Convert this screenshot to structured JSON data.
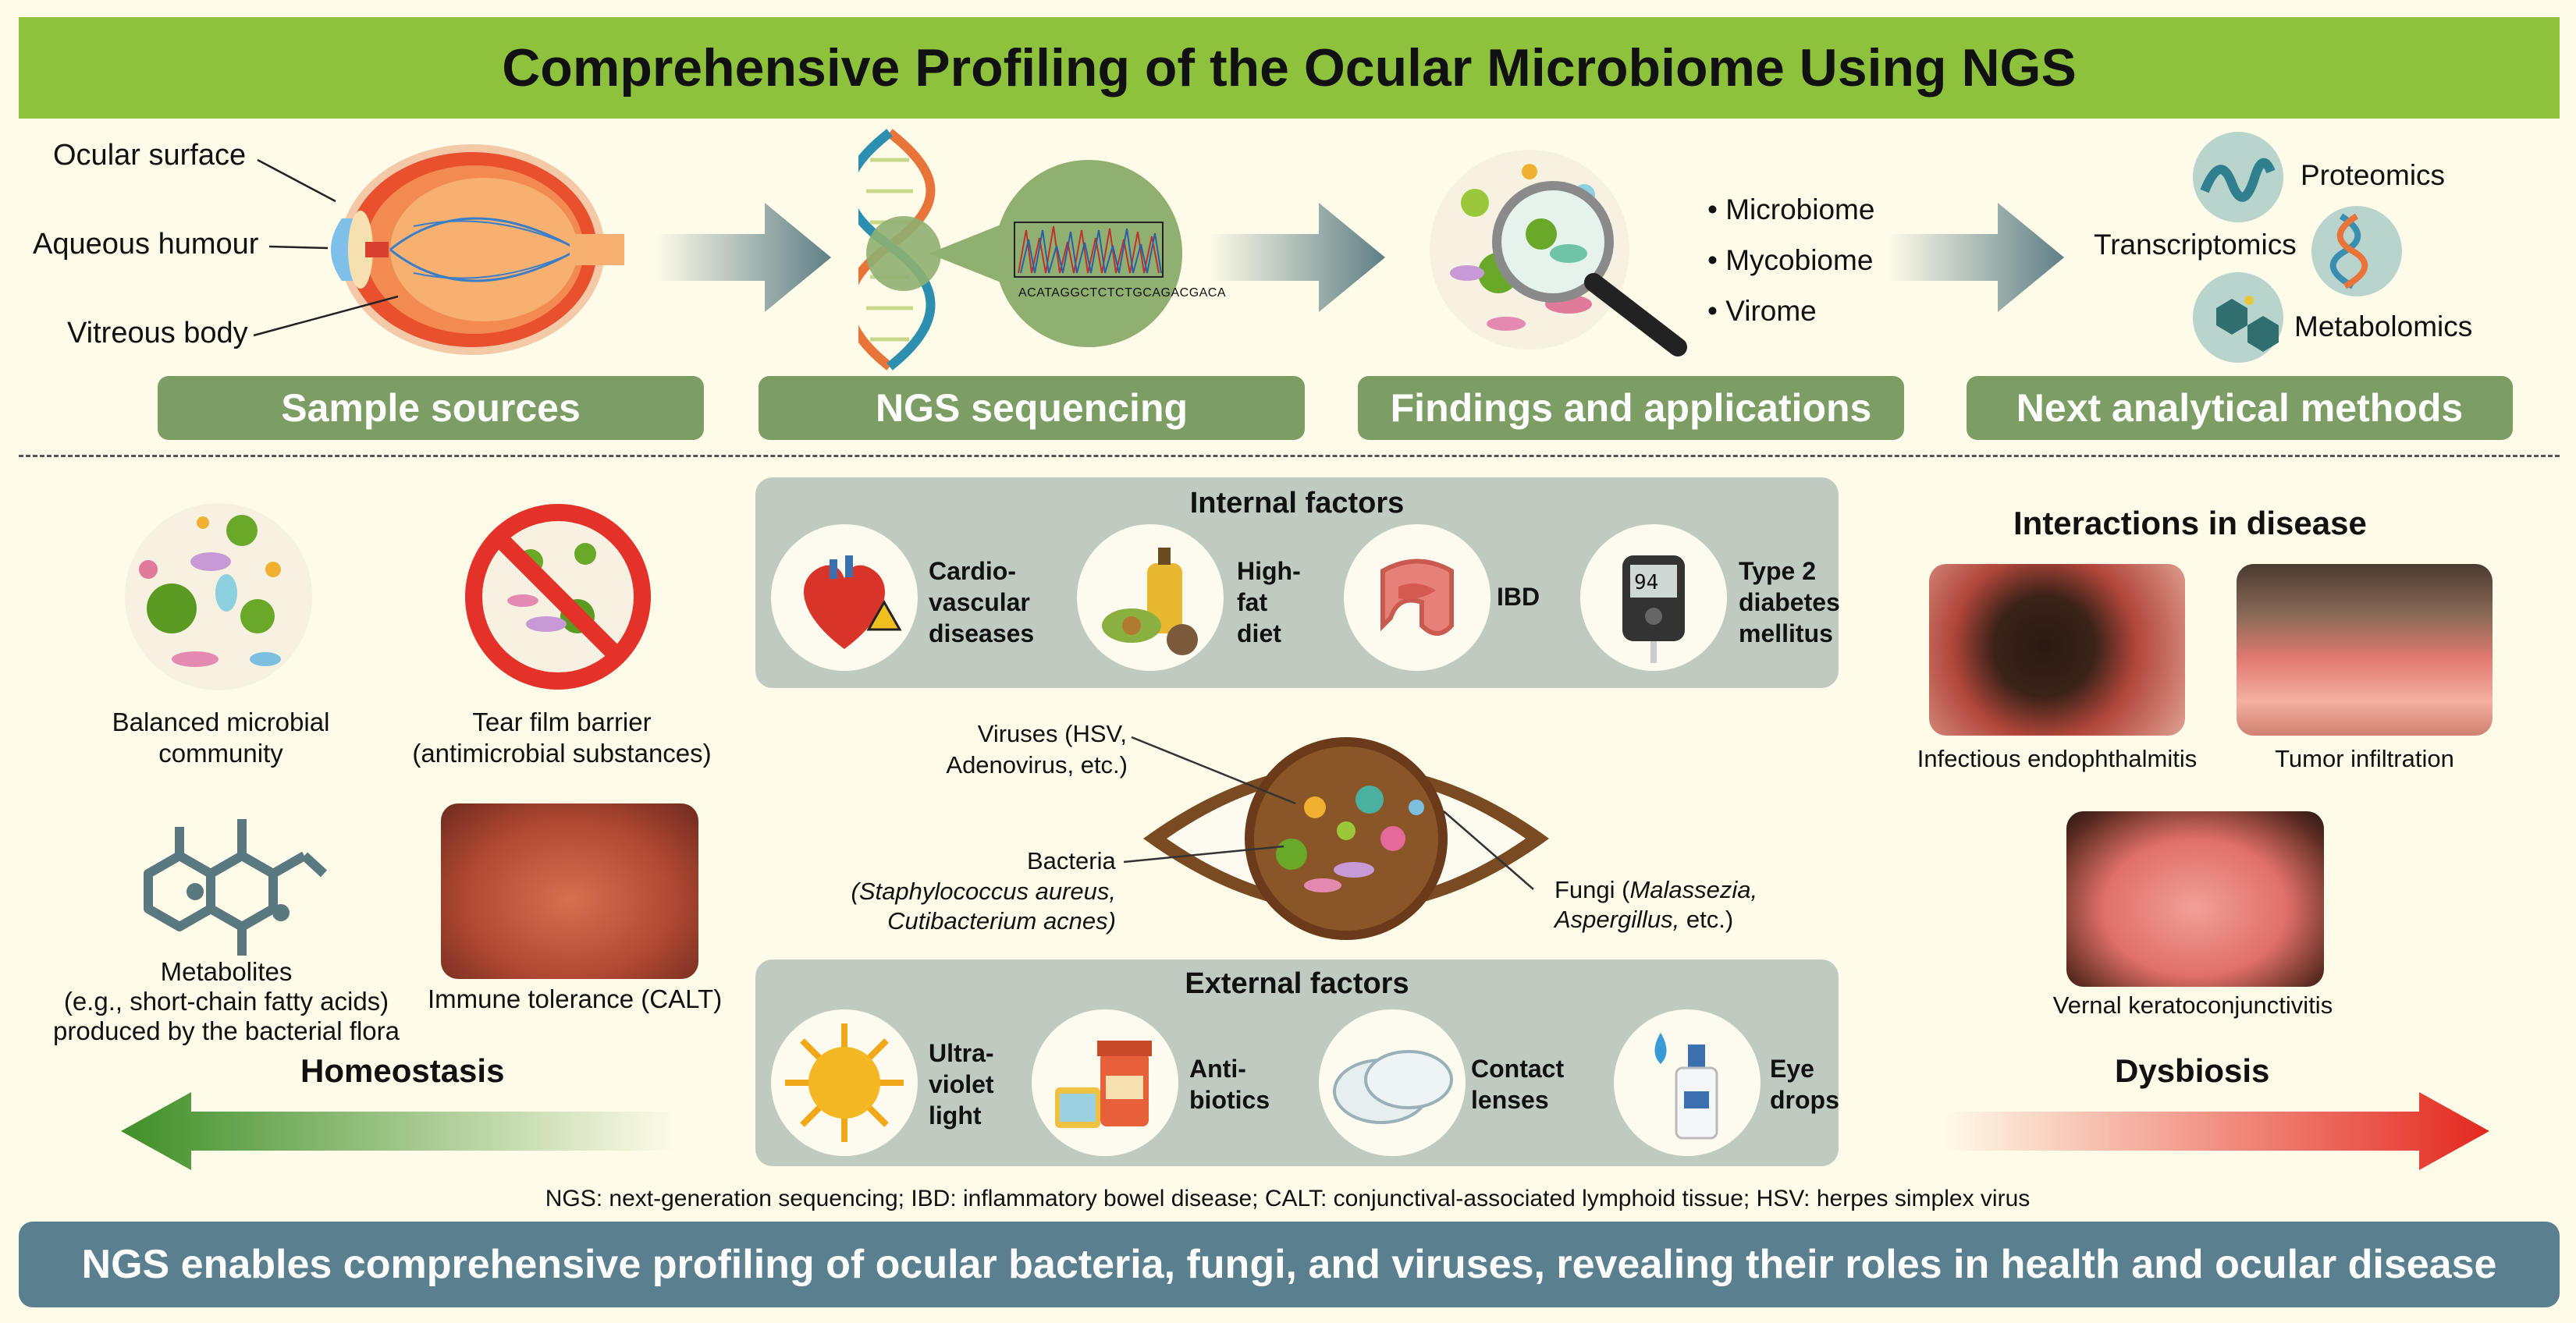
{
  "title": "Comprehensive Profiling of the Ocular Microbiome Using NGS",
  "top": {
    "eye_labels": {
      "ocular_surface": "Ocular surface",
      "aqueous_humour": "Aqueous humour",
      "vitreous_body": "Vitreous body"
    },
    "sequence_text": "ACATAGGCTCTCTGCAGACGACA",
    "findings": [
      "• Microbiome",
      "• Mycobiome",
      "• Virome"
    ],
    "omics": {
      "proteomics": "Proteomics",
      "transcriptomics": "Transcriptomics",
      "metabolomics": "Metabolomics"
    },
    "steps": [
      "Sample sources",
      "NGS sequencing",
      "Findings and applications",
      "Next analytical methods"
    ]
  },
  "homeostasis": {
    "balanced": [
      "Balanced microbial",
      "community"
    ],
    "tear_film": [
      "Tear film barrier",
      "(antimicrobial substances)"
    ],
    "metabolites": [
      "Metabolites",
      "(e.g., short-chain fatty acids)",
      "produced by the bacterial flora"
    ],
    "immune": "Immune tolerance (CALT)",
    "arrow_label": "Homeostasis"
  },
  "internal": {
    "title": "Internal factors",
    "items": [
      [
        "Cardio-",
        "vascular",
        "diseases"
      ],
      [
        "High-",
        "fat",
        "diet"
      ],
      [
        "IBD"
      ],
      [
        "Type 2",
        "diabetes",
        "mellitus"
      ]
    ],
    "glucose_reading": "94"
  },
  "eye_center": {
    "viruses": [
      "Viruses (HSV,",
      "Adenovirus, etc.)"
    ],
    "bacteria_label": "Bacteria",
    "bacteria_species": [
      "(Staphylococcus aureus,",
      "Cutibacterium acnes)"
    ],
    "fungi": [
      "Fungi (",
      "Malassezia,",
      "Aspergillus,",
      " etc.)"
    ]
  },
  "external": {
    "title": "External factors",
    "items": [
      [
        "Ultra-",
        "violet",
        "light"
      ],
      [
        "Anti-",
        "biotics"
      ],
      [
        "Contact",
        "lenses"
      ],
      [
        "Eye",
        "drops"
      ]
    ]
  },
  "disease": {
    "title": "Interactions in disease",
    "photos": [
      "Infectious endophthalmitis",
      "Tumor infiltration",
      "Vernal keratoconjunctivitis"
    ],
    "arrow_label": "Dysbiosis"
  },
  "footnote": "NGS: next-generation sequencing; IBD: inflammatory bowel disease; CALT: conjunctival-associated lymphoid tissue; HSV: herpes simplex virus",
  "conclusion": "NGS enables comprehensive profiling of ocular bacteria, fungi, and viruses, revealing their roles in health and ocular disease",
  "colors": {
    "title_bg": "#8fc23c",
    "pill_bg": "#7c9d64",
    "panel_bg": "#bfcbc0",
    "banner_bg": "#5a8090",
    "homeostasis_arrow": "#4a9a2e",
    "dysbiosis_arrow": "#e8322a"
  }
}
